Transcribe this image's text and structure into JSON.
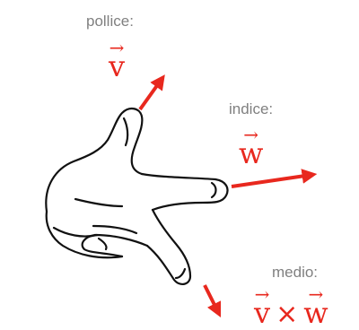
{
  "labels": {
    "thumb_label": "pollice:",
    "index_label": "indice:",
    "middle_label": "medio:"
  },
  "vectors": {
    "thumb_symbol": "v",
    "index_symbol": "w",
    "middle_left_symbol": "v",
    "middle_operator": "×",
    "middle_right_symbol": "w",
    "arrow_glyph": "→"
  },
  "colors": {
    "vector_color": "#e8281e",
    "label_color": "#808080",
    "outline_color": "#111111"
  },
  "icons": {
    "hand": "right-hand-rule-hand-icon"
  }
}
